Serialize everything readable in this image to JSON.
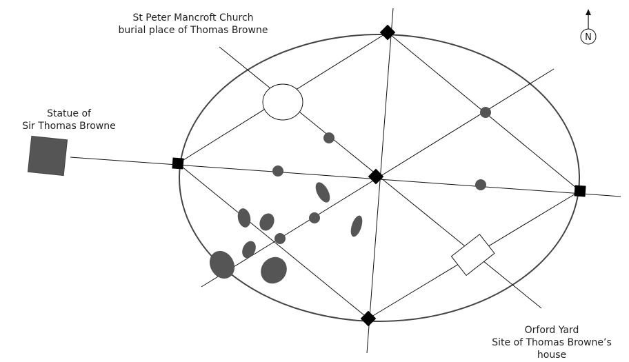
{
  "labels": {
    "church": {
      "line1": "St Peter Mancroft Church",
      "line2": "burial place of Thomas Browne"
    },
    "statue": {
      "line1": "Statue of",
      "line2": "Sir Thomas Browne"
    },
    "orford": {
      "line1": "Orford Yard",
      "line2": "Site of Thomas Browne’s",
      "line3": "house"
    },
    "compass": "N"
  },
  "colors": {
    "ink": "#111111",
    "fill_dark": "#555555",
    "outline": "#333333"
  }
}
